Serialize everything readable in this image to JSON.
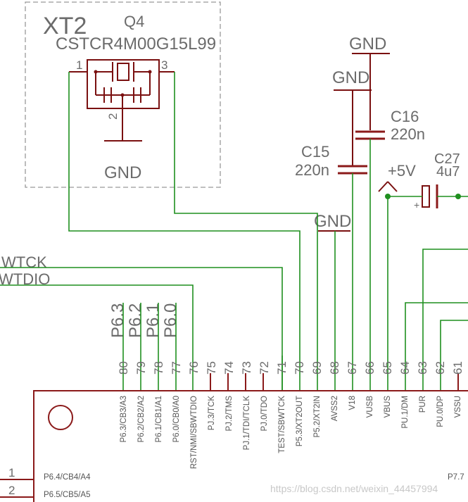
{
  "crystal": {
    "name": "XT2",
    "ref": "Q4",
    "part": "CSTCR4M00G15L99",
    "pins": [
      "1",
      "2",
      "3"
    ]
  },
  "gnd_labels": [
    "GND",
    "GND",
    "GND",
    "GND"
  ],
  "capacitors": [
    {
      "ref": "C16",
      "value": "220n"
    },
    {
      "ref": "C15",
      "value": "220n"
    },
    {
      "ref": "C27",
      "value": "4u7"
    }
  ],
  "supply": {
    "label": "+5V",
    "polarity": "+"
  },
  "nets": [
    "WTCK",
    "WTDIO"
  ],
  "port_labels": [
    "P6.3",
    "P6.2",
    "P6.1",
    "P6.0"
  ],
  "pin_numbers": [
    "80",
    "79",
    "78",
    "77",
    "76",
    "75",
    "74",
    "73",
    "72",
    "71",
    "70",
    "69",
    "68",
    "67",
    "66",
    "65",
    "64",
    "63",
    "62",
    "61"
  ],
  "pin_names": [
    "P6.3/CB3/A3",
    "P6.2/CB2/A2",
    "P6.1/CB1/A1",
    "P6.0/CB0/A0",
    "RST/NMI/SBWTDIO",
    "PJ.3/TCK",
    "PJ.2/TMS",
    "PJ.1/TDI/TCLK",
    "PJ.0/TDO",
    "TEST/SBWTCK",
    "P5.3/XT2OUT",
    "P5.2/XT2IN",
    "AVSS2",
    "V18",
    "VUSB",
    "VBUS",
    "PU.1/DM",
    "PUR",
    "PU.0/DP",
    "VSSU"
  ],
  "left_pins": [
    {
      "num": "1",
      "name": "P6.4/CB4/A4"
    },
    {
      "num": "2",
      "name": "P6.5/CB5/A5"
    }
  ],
  "right_partial": "P7.7",
  "watermark": "https://blog.csdn.net/weixin_44457994",
  "colors": {
    "wire": "#1f8f1f",
    "body": "#8b1a1a",
    "text": "#6b6b6b",
    "frame": "#999999"
  }
}
